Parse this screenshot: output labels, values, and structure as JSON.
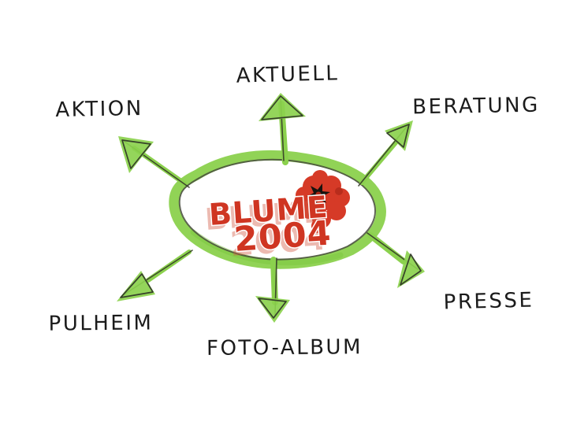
{
  "page": {
    "background": "#ffffff"
  },
  "center": {
    "logo_line1": "BLUME",
    "logo_line2": "2004",
    "flower_icon": "poppy-flower-icon"
  },
  "nodes": [
    {
      "id": "aktuell",
      "label": "AKTUELL",
      "direction": "up"
    },
    {
      "id": "beratung",
      "label": "BERATUNG",
      "direction": "up-right"
    },
    {
      "id": "presse",
      "label": "PRESSE",
      "direction": "down-right"
    },
    {
      "id": "foto-album",
      "label": "FOTO-ALBUM",
      "direction": "down"
    },
    {
      "id": "pulheim",
      "label": "PULHEIM",
      "direction": "down-left"
    },
    {
      "id": "aktion",
      "label": "AKTION",
      "direction": "up-left"
    }
  ],
  "colors": {
    "marker_green": "#8bd14d",
    "sketch_ink": "#353b29",
    "label_ink": "#1b1b1b",
    "logo_red": "#cf3522",
    "logo_shadow": "#d65a46",
    "flower_red": "#d63a27",
    "flower_center_black": "#17130f",
    "flower_center_dot": "#a82615"
  }
}
